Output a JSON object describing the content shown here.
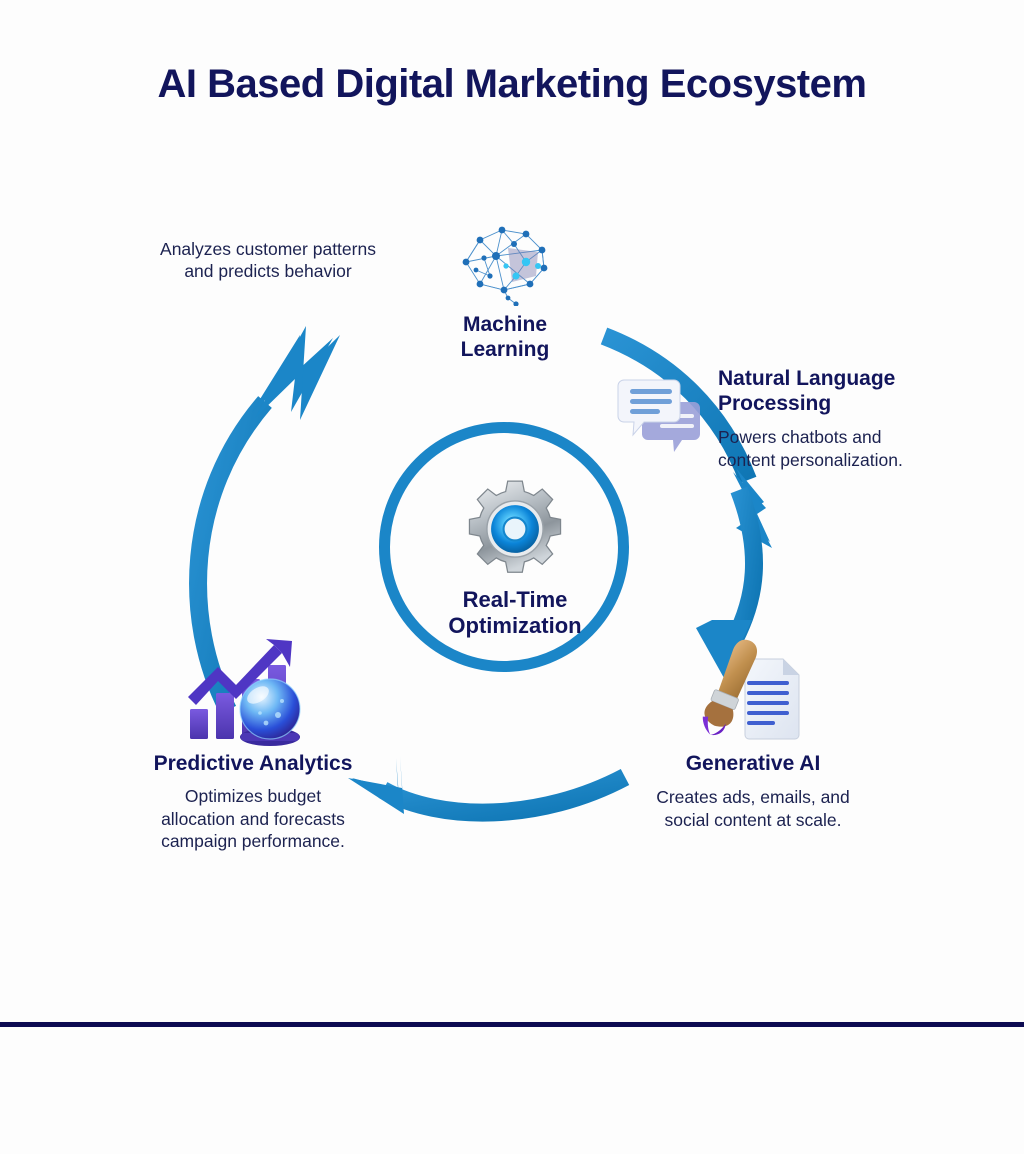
{
  "page": {
    "title": "AI Based Digital Marketing Ecosystem",
    "background_color": "#fdfdfd",
    "accent_blue": "#1b86c8",
    "navy": "#12155c",
    "rule_color": "#0d0b52"
  },
  "center": {
    "icon": "gear-icon",
    "label": "Real-Time\nOptimization"
  },
  "nodes": {
    "machine_learning": {
      "icon": "brain-network-icon",
      "title": "Machine\nLearning",
      "caption": "Analyzes customer patterns\nand predicts behavior"
    },
    "natural_language_processing": {
      "icon": "chat-bubbles-icon",
      "title": "Natural Language\nProcessing",
      "description": "Powers chatbots and\ncontent personalization."
    },
    "generative_ai": {
      "icon": "paintbrush-document-icon",
      "title": "Generative AI",
      "description": "Creates ads, emails, and\nsocial content at scale."
    },
    "predictive_analytics": {
      "icon": "crystal-ball-chart-icon",
      "title": "Predictive Analytics",
      "description": "Optimizes budget\nallocation and forecasts\ncampaign performance."
    }
  },
  "flow": {
    "arrows": [
      "predictive-to-machine-learning",
      "machine-learning-to-nlp",
      "nlp-to-generative-ai",
      "generative-ai-to-predictive"
    ]
  }
}
